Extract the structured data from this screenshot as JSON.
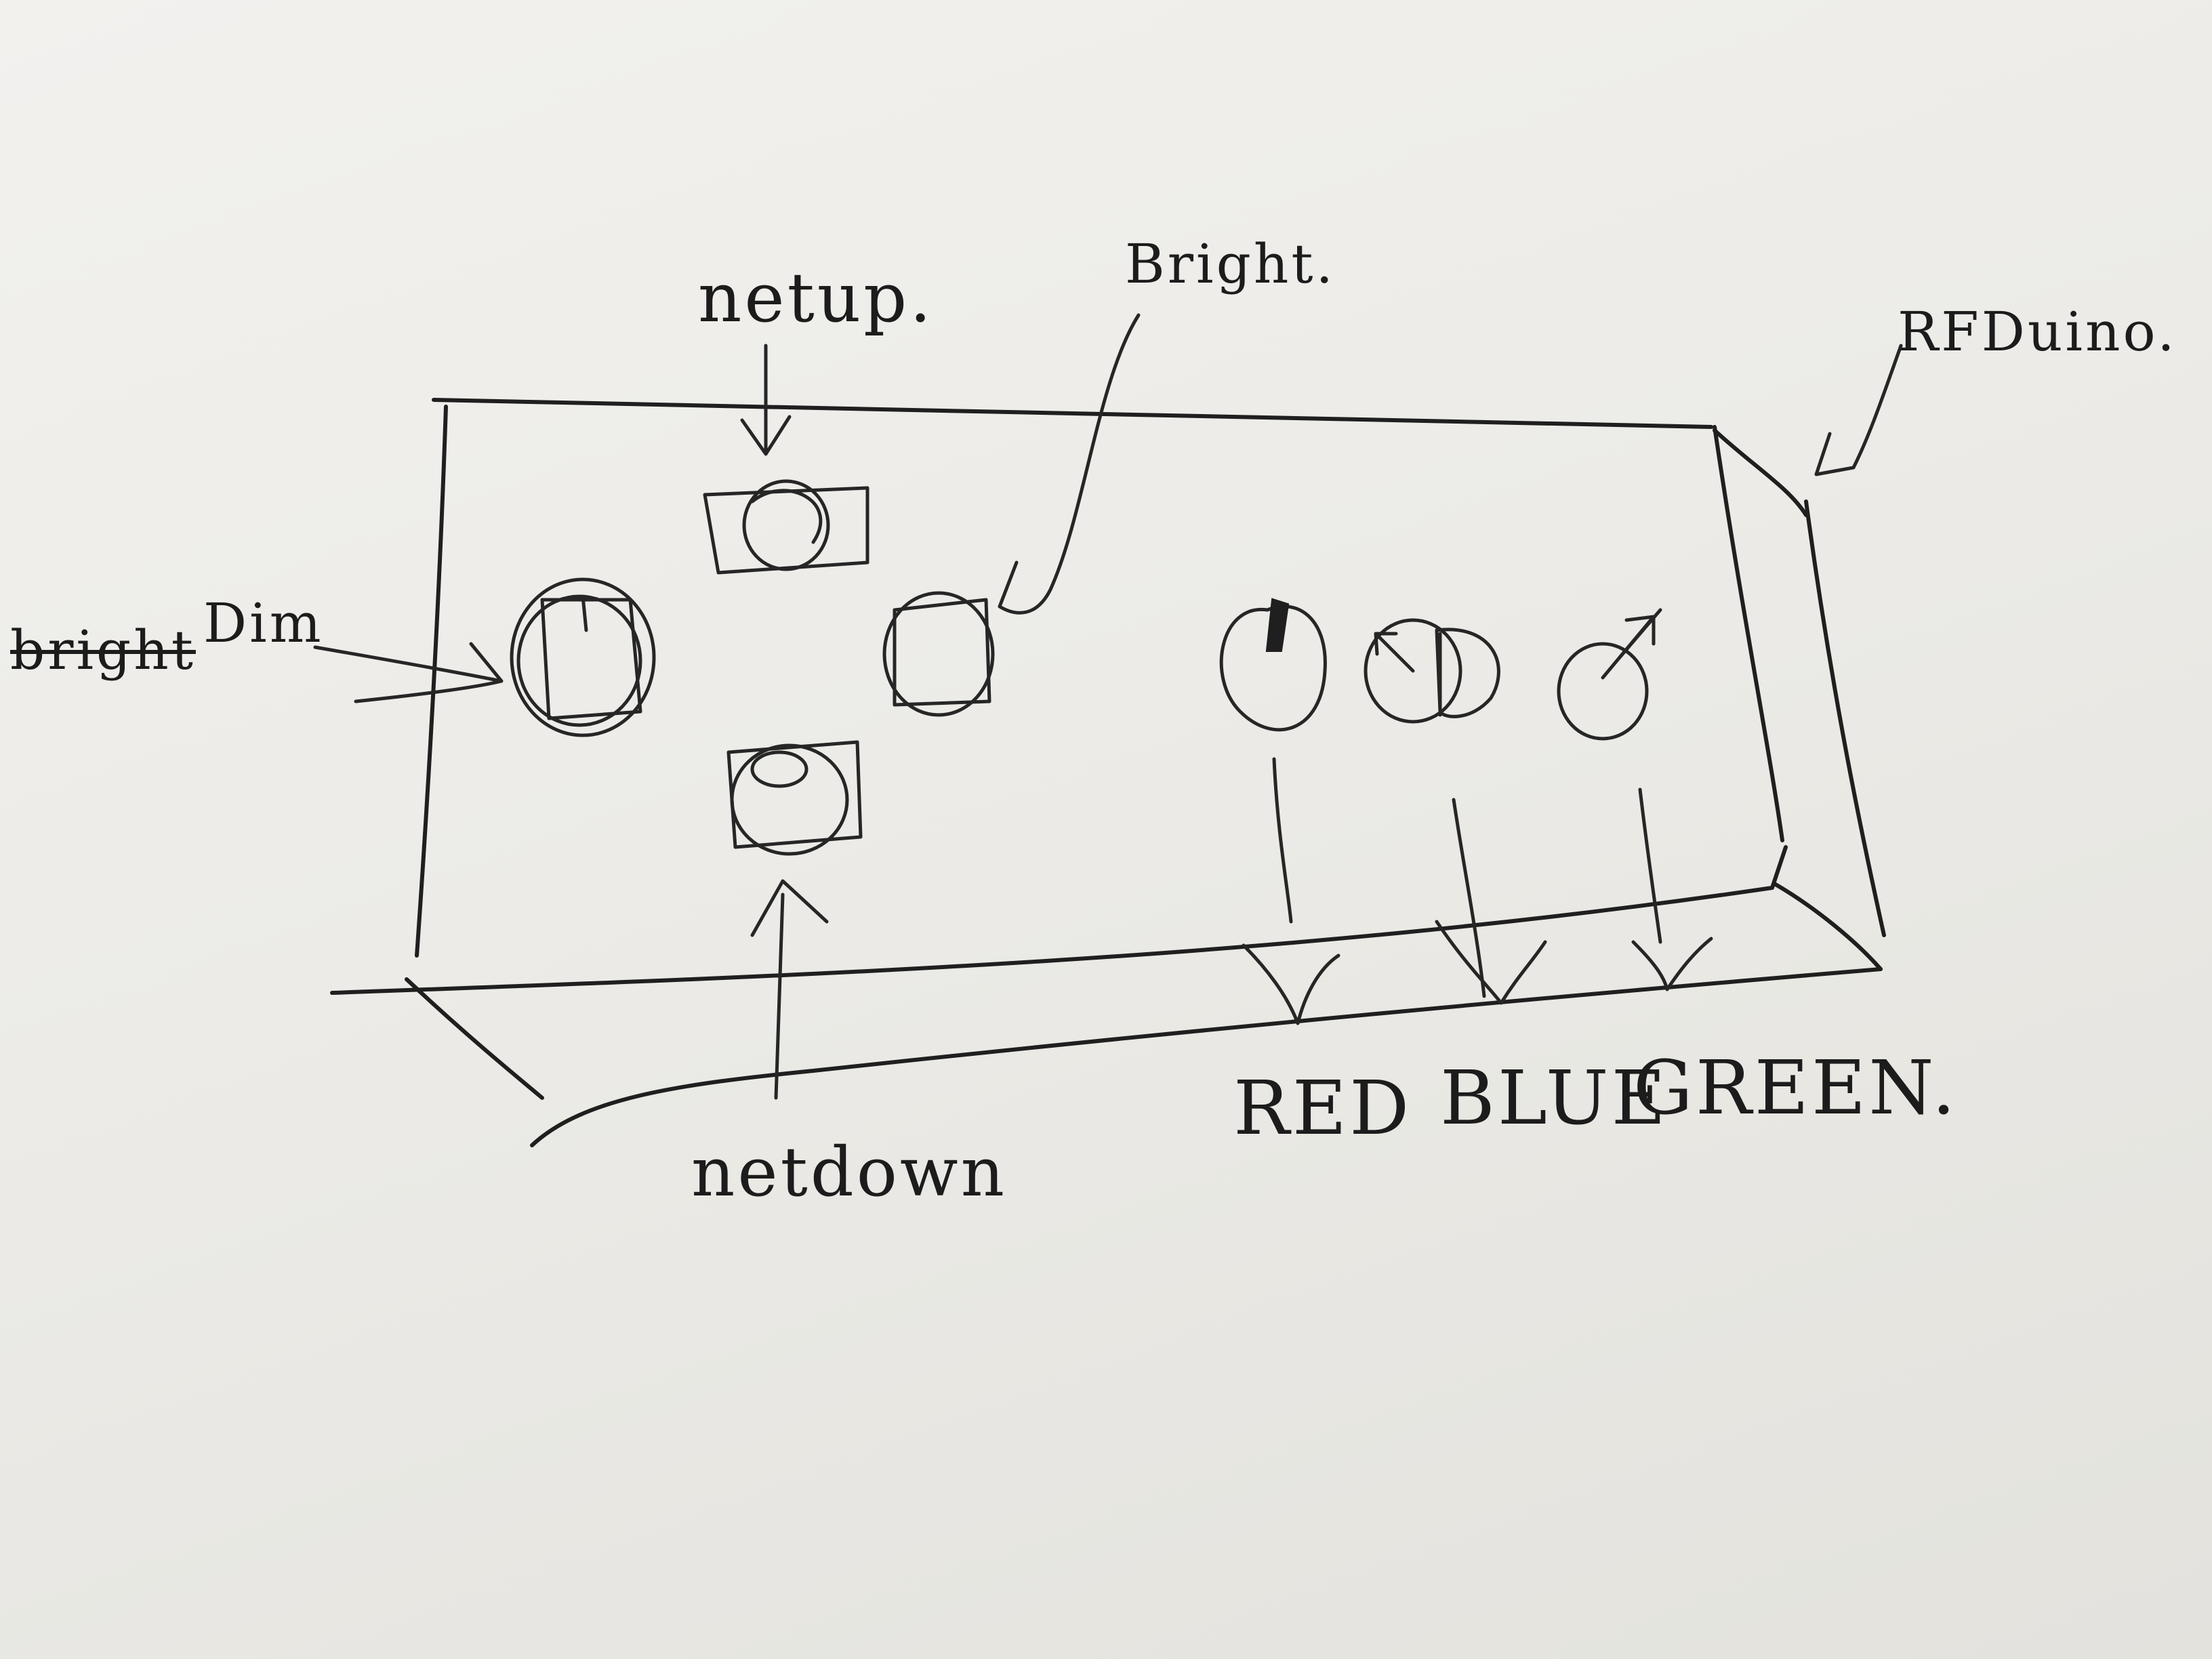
{
  "labels": {
    "netup": "netup.",
    "bright": "Bright.",
    "rfduino": "RFDuino.",
    "crossed_out": "bright",
    "dim": "Dim",
    "netdown": "netdown",
    "red": "RED",
    "blue": "BLUE",
    "green": "GREEN."
  }
}
